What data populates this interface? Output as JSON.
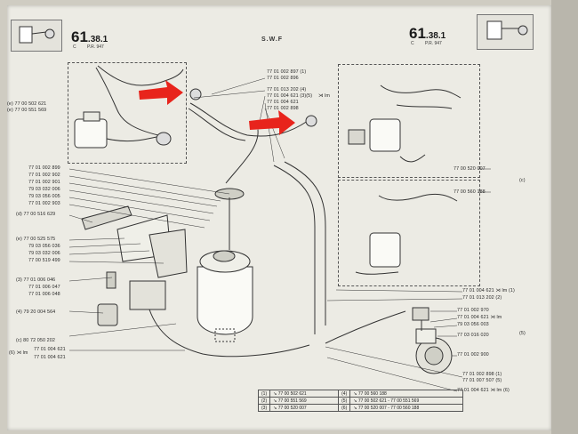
{
  "header_left": {
    "number": "61",
    "suffix": ".38",
    "index": ".1",
    "letter": "C",
    "ref": "P.R. 947"
  },
  "header_center": {
    "title": "S.W.F"
  },
  "header_right": {
    "number": "61",
    "suffix": ".38",
    "index": ".1",
    "letter": "C",
    "ref": "P.R. 947"
  },
  "left_callouts": [
    {
      "key": "a",
      "text": "(e) 77 00 502 621"
    },
    {
      "key": "b",
      "text": "(e)  77 00 551 569"
    },
    {
      "key": "c",
      "text": "77 01 002 899"
    },
    {
      "key": "d",
      "text": "77 01 002 902"
    },
    {
      "key": "e",
      "text": "77 01 002 901"
    },
    {
      "key": "f",
      "text": "79 03 032 006"
    },
    {
      "key": "g",
      "text": "79 03 056 005"
    },
    {
      "key": "h",
      "text": "77 01 002 903"
    },
    {
      "key": "i",
      "text": "(d) 77 00 516 629"
    },
    {
      "key": "j",
      "text": "(e) 77 00 525 575"
    },
    {
      "key": "k",
      "text": "79 03 056 036"
    },
    {
      "key": "l",
      "text": "79 03 032 006"
    },
    {
      "key": "m",
      "text": "77 00 519 499"
    },
    {
      "key": "n",
      "text": "(3)  77 01 006 046"
    },
    {
      "key": "o",
      "text": "77 01 006 047"
    },
    {
      "key": "p",
      "text": "77 01 006 048"
    },
    {
      "key": "q",
      "text": "(4)  79 20 004 564"
    },
    {
      "key": "r",
      "text": "(c)  80 72 050 202"
    },
    {
      "key": "s",
      "text": "77 01 004 621"
    },
    {
      "key": "t",
      "text": "(6) ⋊ lm"
    },
    {
      "key": "u",
      "text": "77 01 004 621"
    }
  ],
  "top_callouts": [
    {
      "key": "a",
      "text": "77 01 002 897 (1)"
    },
    {
      "key": "b",
      "text": "77 01 002 896"
    },
    {
      "key": "c",
      "text": "77 01 013 202 (4)"
    },
    {
      "key": "d",
      "text": "77 01 004 621 (3)(5)"
    },
    {
      "key": "e",
      "text": "77 01 004 621"
    },
    {
      "key": "f",
      "text": "77 01 002 898"
    },
    {
      "key": "g",
      "text": "⋊ lm"
    }
  ],
  "right_callouts": [
    {
      "key": "a",
      "text": "77 00 520 007"
    },
    {
      "key": "b",
      "text": "77 00 560 188"
    },
    {
      "key": "c",
      "text": "(c)"
    },
    {
      "key": "d",
      "text": "77 01 004 621 ⋊ lm (1)"
    },
    {
      "key": "e",
      "text": "77 01 013 202 (2)"
    },
    {
      "key": "f",
      "text": "77 01 002 970"
    },
    {
      "key": "g",
      "text": "77 01 004 621 ⋊ lm"
    },
    {
      "key": "h",
      "text": "79 03 056 003"
    },
    {
      "key": "i",
      "text": "77 03 016 020"
    },
    {
      "key": "j",
      "text": "77 01 002 900"
    },
    {
      "key": "k",
      "text": "(5)"
    },
    {
      "key": "l",
      "text": "77 01 002 898 (1)"
    },
    {
      "key": "m",
      "text": "77 01 007 507  (5)"
    },
    {
      "key": "n",
      "text": "77 01 004 621 ⋊ lm (6)"
    }
  ],
  "bottom_table": [
    {
      "c1": "(1)",
      "c2": "↘ 77 00 502 621",
      "c3": "(4)",
      "c4": "↘ 77 00 560 188"
    },
    {
      "c1": "(2)",
      "c2": "↘ 77 00 551 569",
      "c3": "(5)",
      "c4": "↘ 77 00 502 621 - 77 00 551 569"
    },
    {
      "c1": "(3)",
      "c2": "↘ 77 00 520 007",
      "c3": "(6)",
      "c4": "↘ 77 00 520 007 - 77 00 560 188"
    }
  ],
  "colors": {
    "paper": "#ecebe4",
    "ink": "#2a2a2a",
    "arrow": "#e8241c"
  }
}
